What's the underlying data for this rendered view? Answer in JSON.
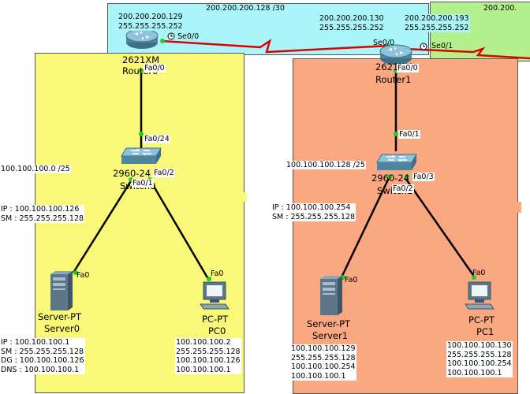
{
  "wan": {
    "network_label": "200.200.200.128 /30",
    "right_cutoff_label": "200.200.",
    "router0_ip": "200.200.200.129",
    "router0_mask": "255.255.255.252",
    "router1_ip": "200.200.200.130",
    "router1_mask": "255.255.255.252",
    "router1_right_ip": "200.200.200.193",
    "router1_right_mask": "255.255.255.252"
  },
  "lan0": {
    "network": "100.100.100.0 /25",
    "router": {
      "model": "2621XM",
      "name": "Router0",
      "port_wan": "Se0/0",
      "port_lan": "Fa0/0"
    },
    "switch": {
      "model": "2960-24",
      "name": "Switch0",
      "port_up": "Fa0/24",
      "port_server": "Fa0/1",
      "port_pc": "Fa0/2"
    },
    "server": {
      "type": "Server-PT",
      "name": "Server0",
      "port": "Fa0",
      "ip_line": "IP : 100.100.100.126",
      "sm_line": "SM : 255.255.255.128",
      "config": [
        "IP : 100.100.100.1",
        "SM : 255.255.255.128",
        "DG : 100.100.100.126",
        "DNS : 100.100.100.1"
      ]
    },
    "pc": {
      "type": "PC-PT",
      "name": "PC0",
      "port": "Fa0",
      "config": [
        "100.100.100.2",
        "255.255.255.128",
        "100.100.100.126",
        "100.100.100.1"
      ]
    }
  },
  "lan1": {
    "network": "100.100.100.128 /25",
    "router": {
      "model": "2621XM",
      "name": "Router1",
      "port_wan": "Se0/0",
      "port_right": "Se0/1",
      "port_lan": "Fa0/0"
    },
    "switch": {
      "model": "2960-24",
      "name": "Switch1",
      "port_up": "Fa0/1",
      "port_server": "Fa0/2",
      "port_pc": "Fa0/3"
    },
    "server": {
      "type": "Server-PT",
      "name": "Server1",
      "port": "Fa0",
      "ip_line": "IP : 100.100.100.254",
      "sm_line": "SM : 255.255.255.128",
      "config": [
        "100.100.100.129",
        "255.255.255.128",
        "100.100.100.254",
        "100.100.100.1"
      ]
    },
    "pc": {
      "type": "PC-PT",
      "name": "PC1",
      "port": "Fa0",
      "config": [
        "100.100.100.130",
        "255.255.255.128",
        "100.100.100.254",
        "100.100.100.1"
      ]
    }
  },
  "colors": {
    "wan_zone": "#aaf5fa",
    "right_zone": "#b4f08c",
    "lan0_zone": "#faf878",
    "lan1_zone": "#faa882",
    "serial_link": "#dd0000",
    "ethernet_link": "#000000",
    "link_up": "#22cc22"
  }
}
